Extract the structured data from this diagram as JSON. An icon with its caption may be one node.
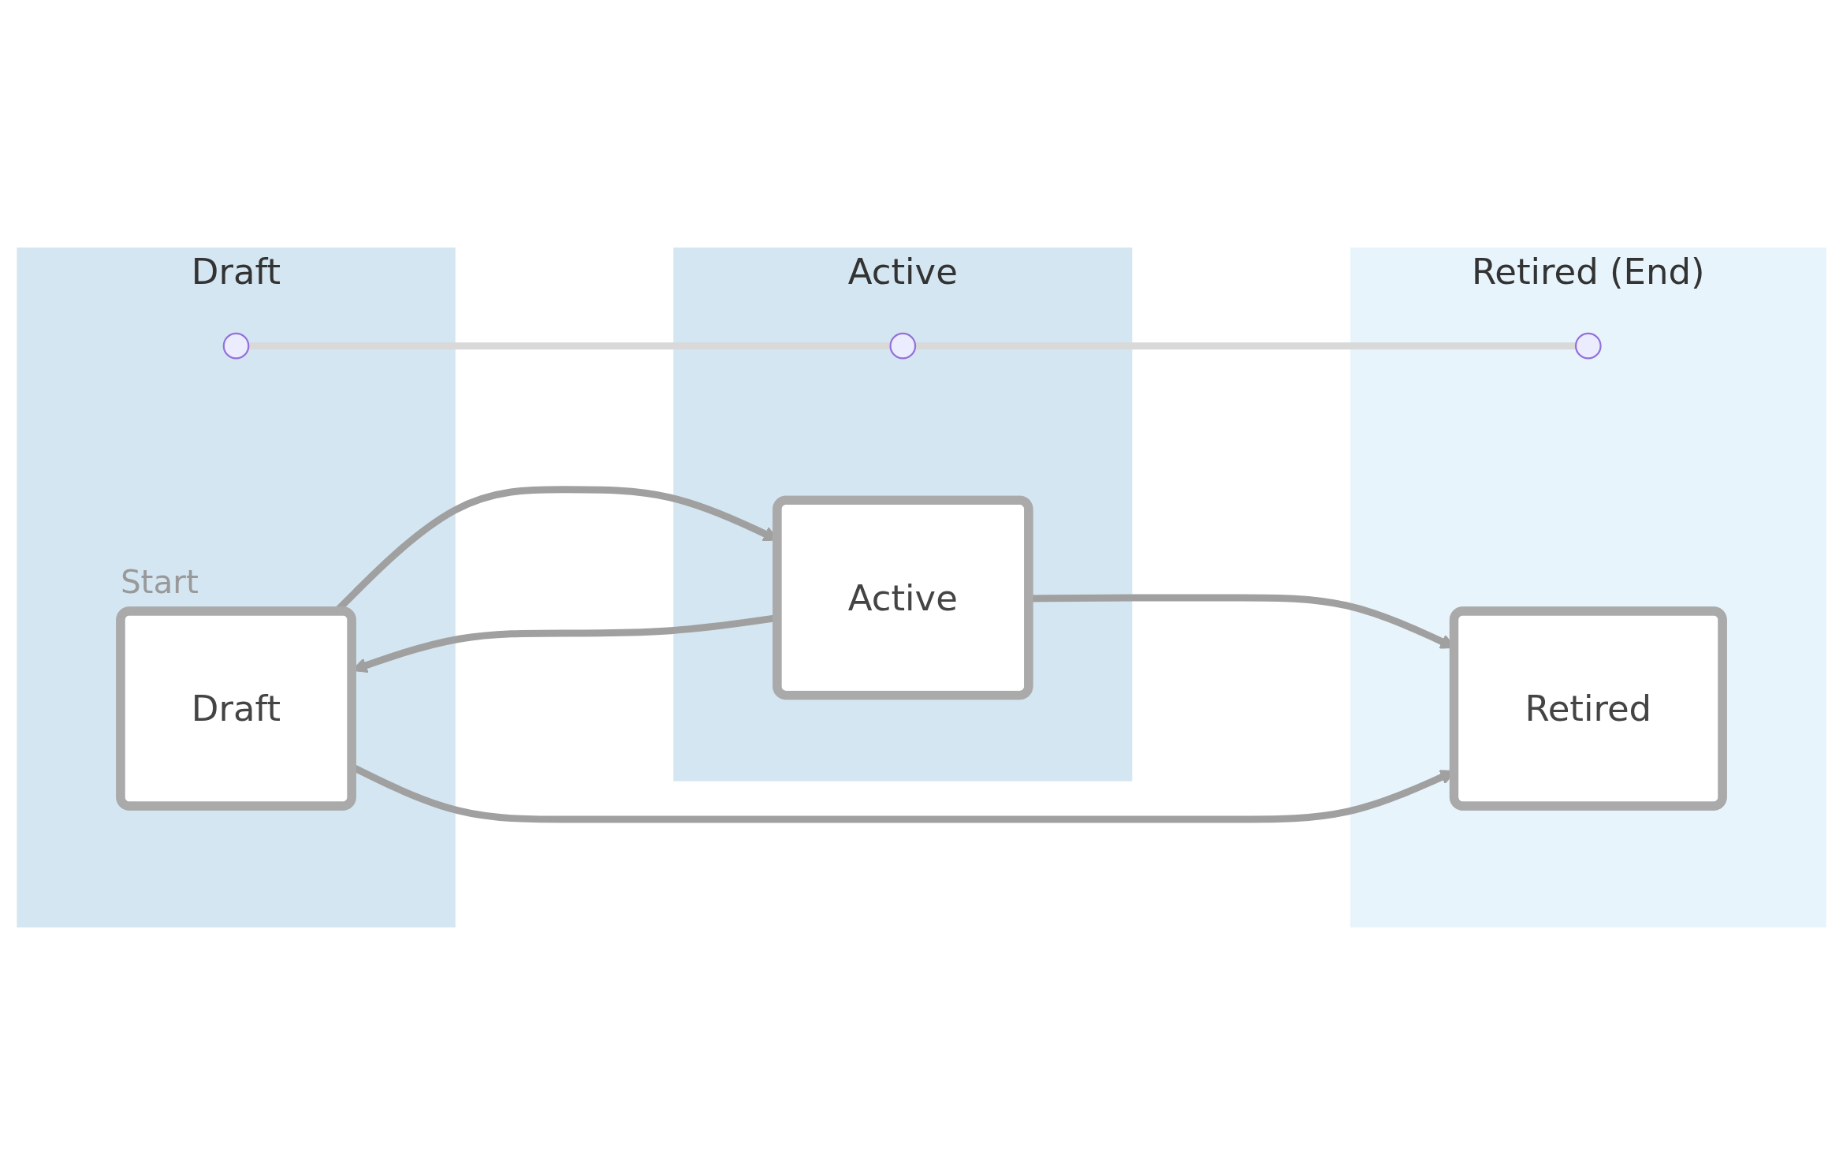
{
  "diagram": {
    "nodes": [
      {
        "text": [
          "Draft"
        ]
      },
      {
        "text": [
          "Active"
        ]
      },
      {
        "text": [
          "Retired (End)"
        ]
      },
      {
        "text": [],
        "shape": "circle",
        "in": 0
      },
      {
        "text": [],
        "shape": "circle",
        "in": 1
      },
      {
        "text": [],
        "shape": "circle",
        "in": 2
      },
      {
        "text": [
          "Draft"
        ],
        "in": 0,
        "beside": [
          "Start"
        ]
      },
      {
        "text": [
          "Active"
        ],
        "in": 1
      },
      {
        "text": [
          "Retired"
        ],
        "in": 2
      }
    ],
    "edges": [
      {
        "from": 3,
        "to": 4,
        "arrow": "none",
        "color": "#d9d9d9"
      },
      {
        "from": 4,
        "to": 5,
        "arrow": "none",
        "color": "#d9d9d9"
      },
      {
        "from": 6,
        "to": 7,
        "arrow": "to"
      },
      {
        "from": 7,
        "to": 6,
        "arrow": "to"
      },
      {
        "from": 7,
        "to": 8,
        "arrow": "to"
      },
      {
        "from": 6,
        "to": 8,
        "arrow": "to"
      }
    ]
  }
}
